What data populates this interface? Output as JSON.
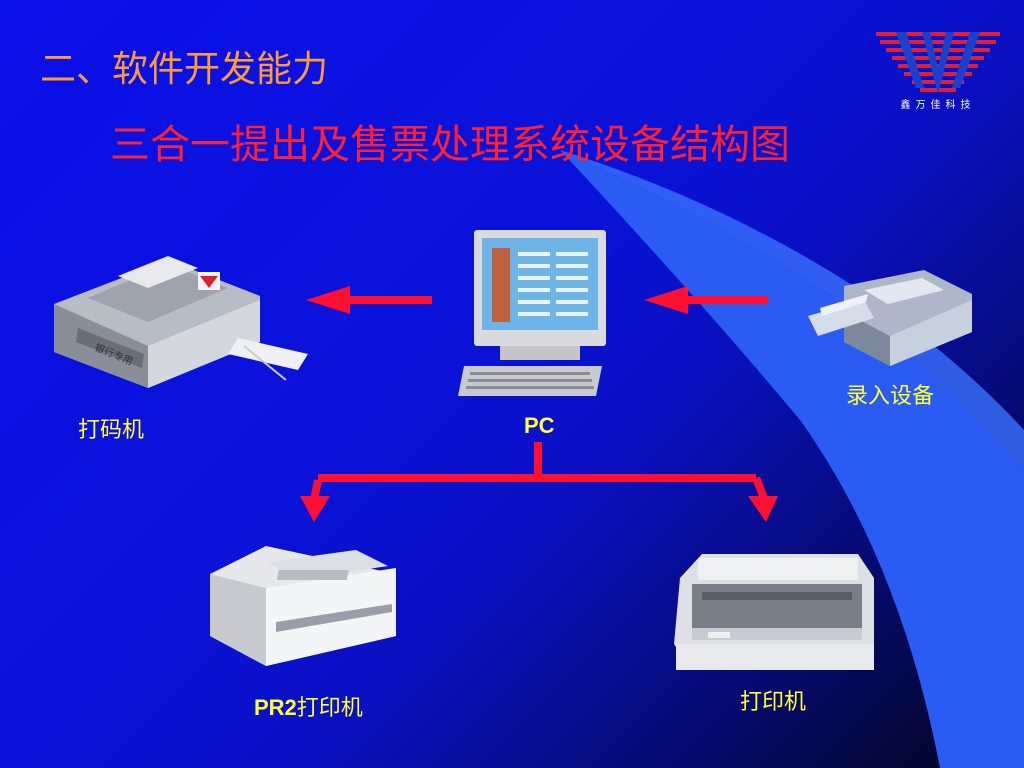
{
  "slide": {
    "heading": "二、软件开发能力",
    "subtitle": "三合一提出及售票处理系统设备结构图",
    "logo_text": "鑫万佳科技"
  },
  "devices": {
    "coder": {
      "label": "打码机",
      "stamp": "银行专用"
    },
    "pc": {
      "label": "PC"
    },
    "input_device": {
      "label": "录入设备"
    },
    "pr2_printer": {
      "label_bold": "PR2",
      "label_rest": "打印机"
    },
    "printer": {
      "label": "打印机"
    }
  },
  "colors": {
    "background": "#0a10e8",
    "heading": "#ff9a33",
    "subtitle": "#ff2030",
    "label": "#ffff33",
    "arrow": "#ff1030",
    "swoosh": "#2a60ff"
  }
}
